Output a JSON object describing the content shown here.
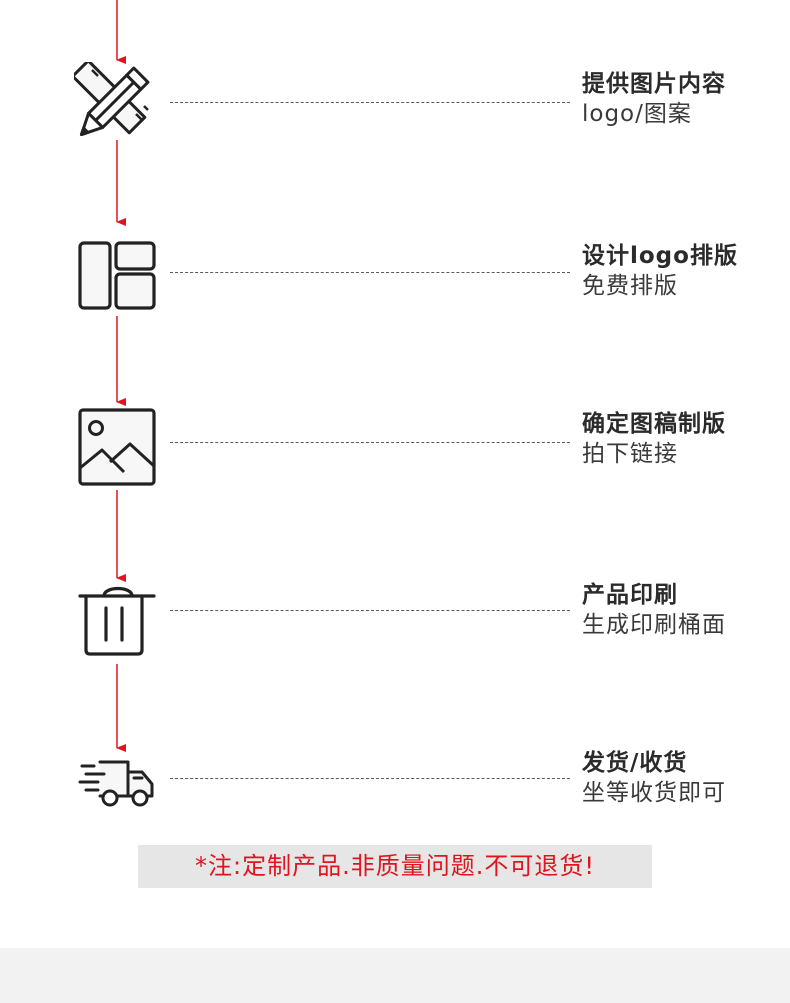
{
  "colors": {
    "accent_red": "#e0141e",
    "text_dark": "#2b2b2b",
    "icon_stroke": "#222222",
    "notice_bg": "#e6e6e6",
    "footer_bg": "#f2f2f2"
  },
  "steps": [
    {
      "icon": "pencil-ruler-icon",
      "title": "提供图片内容",
      "subtitle": "logo/图案"
    },
    {
      "icon": "layout-panels-icon",
      "title": "设计logo排版",
      "subtitle": "免费排版"
    },
    {
      "icon": "image-mountain-icon",
      "title": "确定图稿制版",
      "subtitle": "拍下链接"
    },
    {
      "icon": "trash-bin-icon",
      "title": "产品印刷",
      "subtitle": "生成印刷桶面"
    },
    {
      "icon": "delivery-truck-icon",
      "title": "发货/收货",
      "subtitle": "坐等收货即可"
    }
  ],
  "notice": "*注:定制产品.非质量问题.不可退货!"
}
